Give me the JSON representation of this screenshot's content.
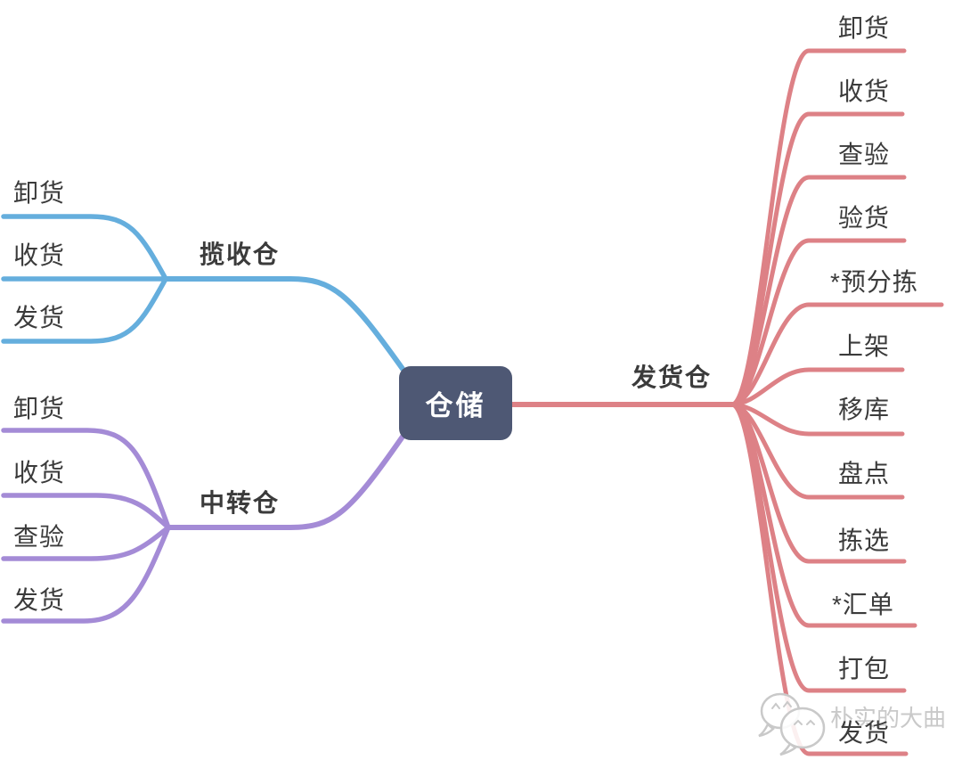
{
  "root": {
    "label": "仓储"
  },
  "branches": [
    {
      "id": "collection-warehouse",
      "label": "揽收仓",
      "color": "#65AEDD",
      "children": [
        "卸货",
        "收货",
        "发货"
      ]
    },
    {
      "id": "transit-warehouse",
      "label": "中转仓",
      "color": "#A48BD6",
      "children": [
        "卸货",
        "收货",
        "查验",
        "发货"
      ]
    },
    {
      "id": "dispatch-warehouse",
      "label": "发货仓",
      "color": "#DD8186",
      "children": [
        "卸货",
        "收货",
        "查验",
        "验货",
        "*预分拣",
        "上架",
        "移库",
        "盘点",
        "拣选",
        "*汇单",
        "打包",
        "发货"
      ]
    }
  ],
  "watermark": {
    "label": "朴实的大曲",
    "icon": "chat-bubbles-icon"
  },
  "colors": {
    "root_bg": "#4E5874",
    "root_text": "#FFFFFF",
    "label_text": "#3B3B3B",
    "watermark": "#C9C9C9",
    "background": "#FFFFFF"
  }
}
